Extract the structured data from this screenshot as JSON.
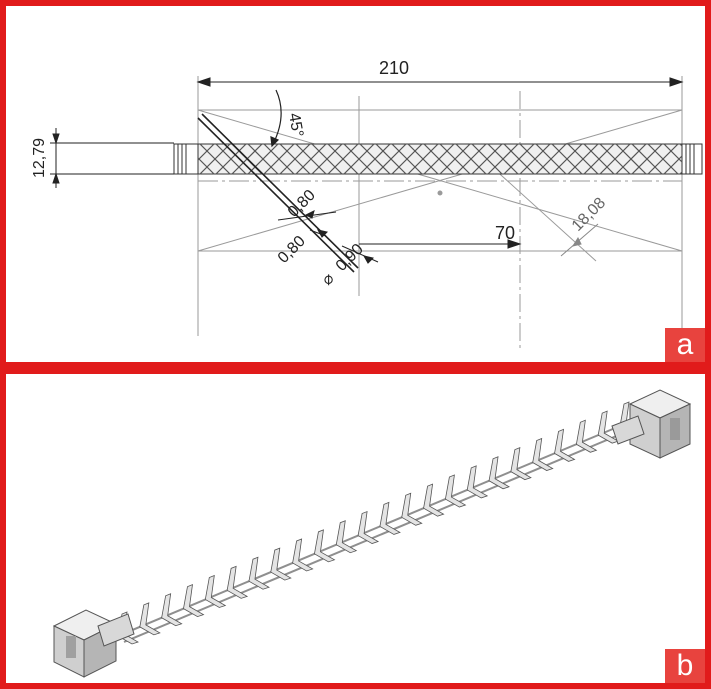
{
  "panels": [
    {
      "label": "a",
      "dimensions": {
        "overall_length": "210",
        "angle": "45°",
        "height": "12,79",
        "wire_width": "0,80",
        "wire_gap": "0,80",
        "diameter": "0,90",
        "diameter_symbol": "⌀",
        "offset": "70",
        "diameter2": "18,08"
      }
    },
    {
      "label": "b"
    }
  ],
  "colors": {
    "border": "#e11b1b",
    "label_bg": "#e8433e",
    "line": "#333333",
    "hatch": "#555555",
    "construction": "#9a9a9a",
    "model_face": "#dcdcdc",
    "model_shadow": "#8f8f8f"
  }
}
